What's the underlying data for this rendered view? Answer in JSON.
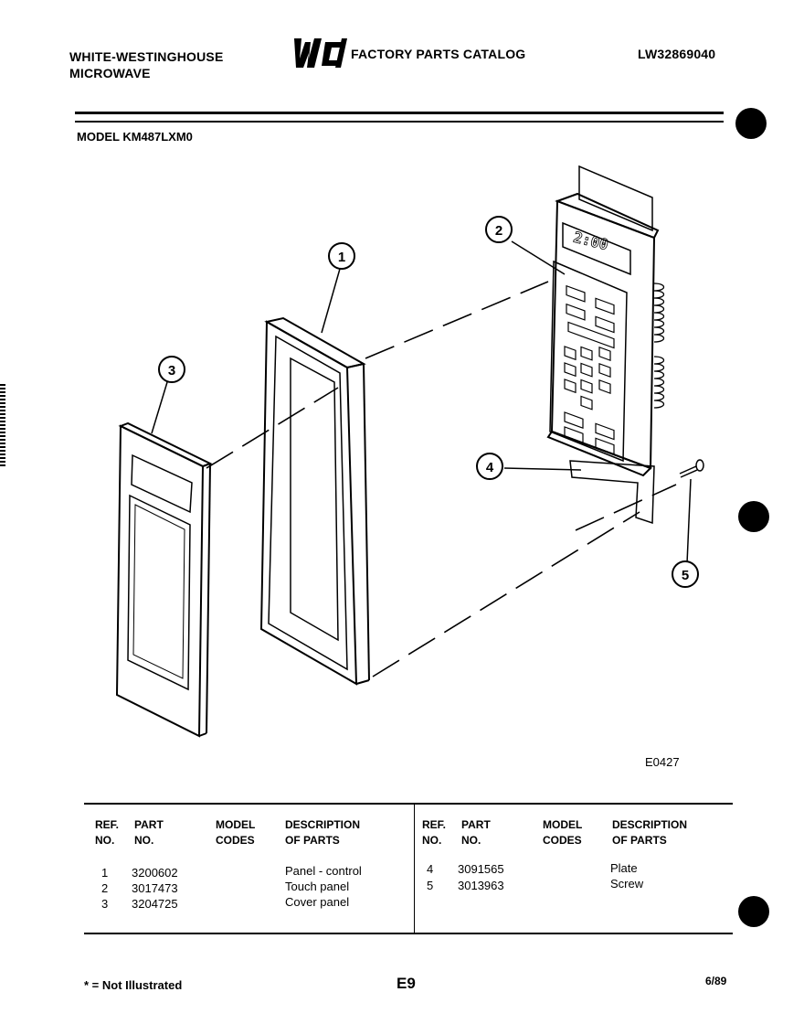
{
  "header": {
    "brand_line1": "WHITE-WESTINGHOUSE",
    "brand_line2": "MICROWAVE",
    "logo_text": "WCI",
    "catalog_title": "FACTORY PARTS CATALOG",
    "doc_number": "LW32869040",
    "model": "MODEL KM487LXM0"
  },
  "diagram": {
    "callouts": [
      "1",
      "2",
      "3",
      "4",
      "5"
    ],
    "display_readout": "2:00",
    "code": "E0427"
  },
  "table": {
    "left_headers": [
      "REF. NO.",
      "PART NO.",
      "MODEL CODES",
      "DESCRIPTION OF PARTS"
    ],
    "right_headers": [
      "REF. NO.",
      "PART NO.",
      "MODEL CODES",
      "DESCRIPTION OF PARTS"
    ],
    "rows_left": [
      {
        "ref": "1",
        "part": "3200602",
        "codes": "",
        "desc": "Panel - control"
      },
      {
        "ref": "2",
        "part": "3017473",
        "codes": "",
        "desc": "Touch panel"
      },
      {
        "ref": "3",
        "part": "3204725",
        "codes": "",
        "desc": "Cover panel"
      }
    ],
    "rows_right": [
      {
        "ref": "4",
        "part": "3091565",
        "codes": "",
        "desc": "Plate"
      },
      {
        "ref": "5",
        "part": "3013963",
        "codes": "",
        "desc": "Screw"
      }
    ]
  },
  "footer": {
    "note": "* = Not Illustrated",
    "page": "E9",
    "date": "6/89"
  }
}
